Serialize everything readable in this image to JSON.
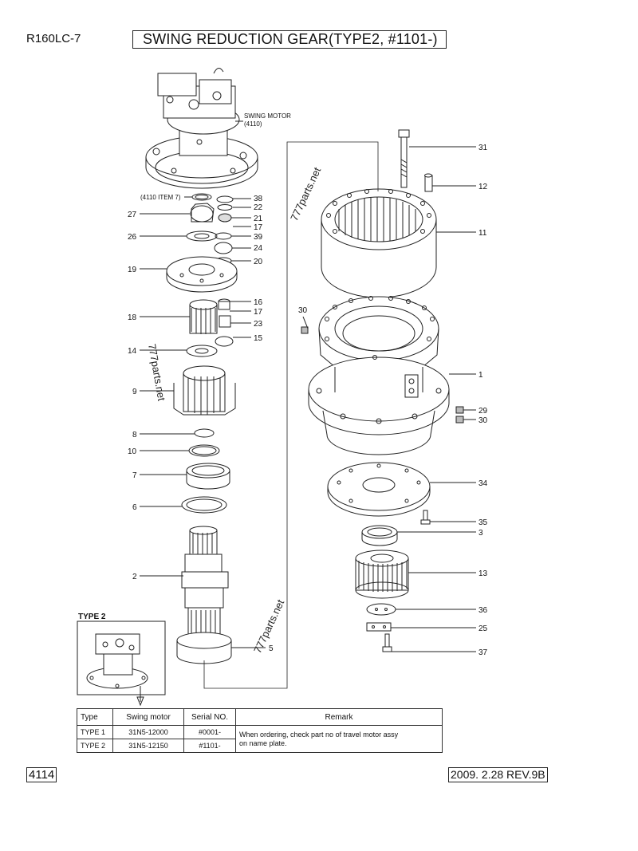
{
  "header": {
    "model": "R160LC-7",
    "title": "SWING REDUCTION GEAR(TYPE2, #1101-)"
  },
  "footer": {
    "page": "4114",
    "revision": "2009. 2.28  REV.9B"
  },
  "diagram": {
    "swing_motor_label": "SWING MOTOR",
    "swing_motor_ref": "(4110)",
    "item7_ref": "(4110 ITEM 7)",
    "type2_label": "TYPE 2",
    "watermarks": [
      "777parts.net",
      "777parts.net",
      "777parts.net"
    ],
    "part_numbers": {
      "p31": "31",
      "p12": "12",
      "p11": "11",
      "p30a": "30",
      "p1": "1",
      "p29": "29",
      "p30b": "30",
      "p34": "34",
      "p35": "35",
      "p3": "3",
      "p13": "13",
      "p36": "36",
      "p25": "25",
      "p37": "37",
      "p38": "38",
      "p22": "22",
      "p21": "21",
      "p17a": "17",
      "p39": "39",
      "p24": "24",
      "p20": "20",
      "p16": "16",
      "p17b": "17",
      "p23": "23",
      "p15": "15",
      "p27": "27",
      "p26": "26",
      "p19": "19",
      "p18": "18",
      "p14": "14",
      "p9": "9",
      "p8": "8",
      "p10": "10",
      "p7": "7",
      "p6": "6",
      "p2": "2",
      "p5": "5"
    }
  },
  "table": {
    "headers": {
      "type": "Type",
      "motor": "Swing motor",
      "serial": "Serial NO.",
      "remark": "Remark"
    },
    "rows": [
      {
        "type": "TYPE 1",
        "motor": "31N5-12000",
        "serial": "#0001-"
      },
      {
        "type": "TYPE 2",
        "motor": "31N5-12150",
        "serial": "#1101-"
      }
    ],
    "remark_line1": "When ordering, check part no of travel motor assy",
    "remark_line2": "on name plate."
  }
}
